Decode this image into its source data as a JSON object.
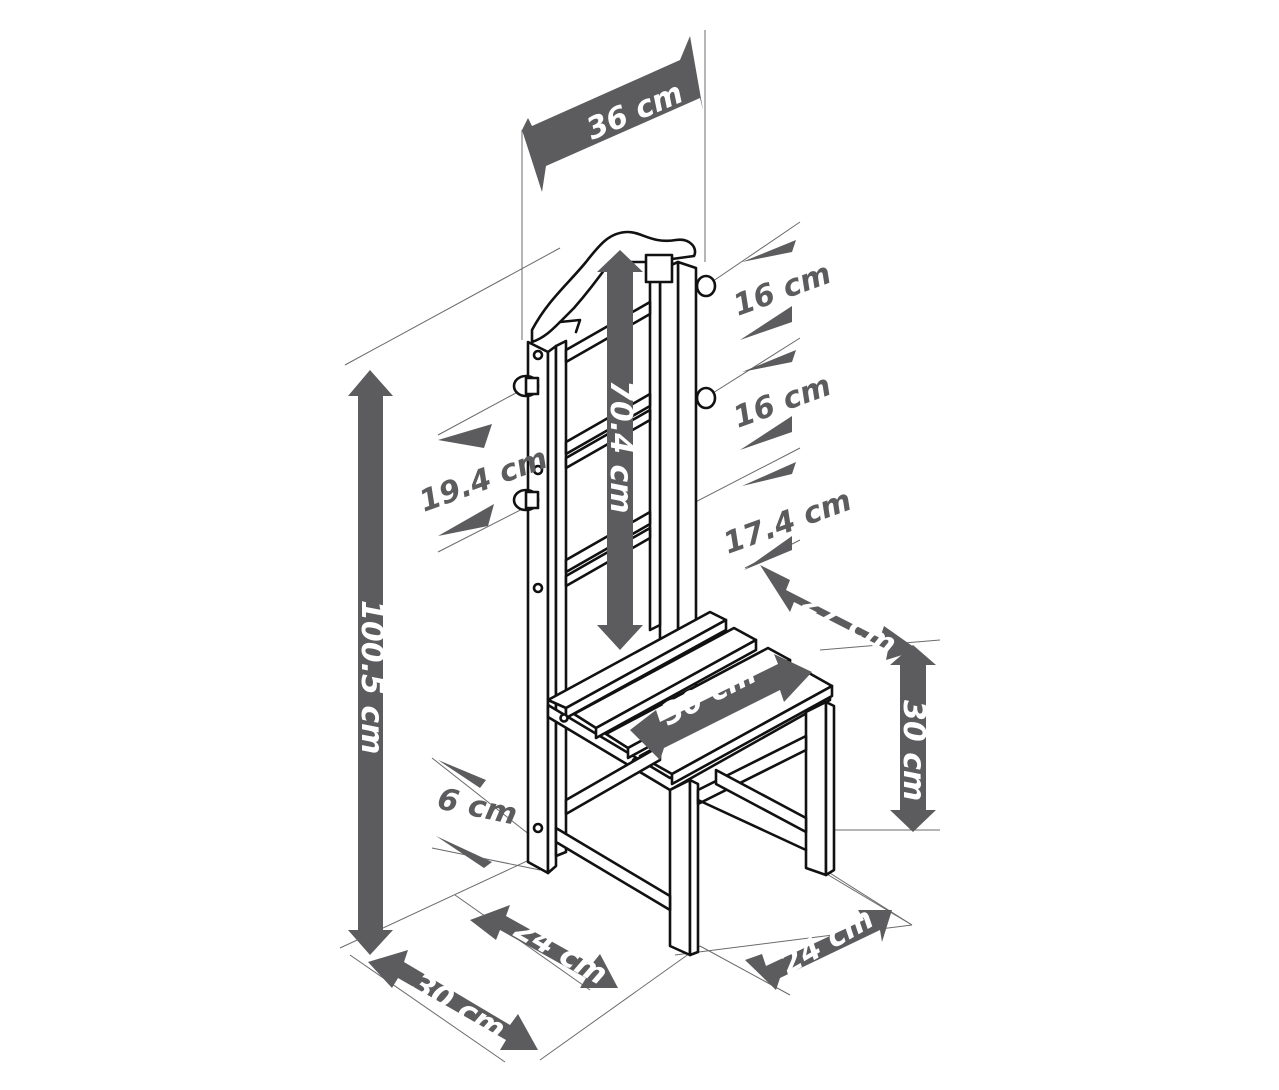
{
  "dimensions": {
    "top_width": "36 cm",
    "total_height": "100.5 cm",
    "back_height": "70.4 cm",
    "hook_spacing_left": "19.4 cm",
    "hook_spacing_upper": "16 cm",
    "hook_spacing_middle": "16 cm",
    "hook_spacing_lower": "17.4 cm",
    "seat_depth_top": "27 cm",
    "seat_width": "30 cm",
    "seat_height": "30 cm",
    "bottom_gap": "6 cm",
    "base_inner_left": "24 cm",
    "base_inner_right": "24 cm",
    "base_outer": "30 cm"
  },
  "colors": {
    "arrow": "#5c5c5e",
    "outline": "#111111",
    "guide": "#6b6b6b",
    "background": "#ffffff"
  }
}
